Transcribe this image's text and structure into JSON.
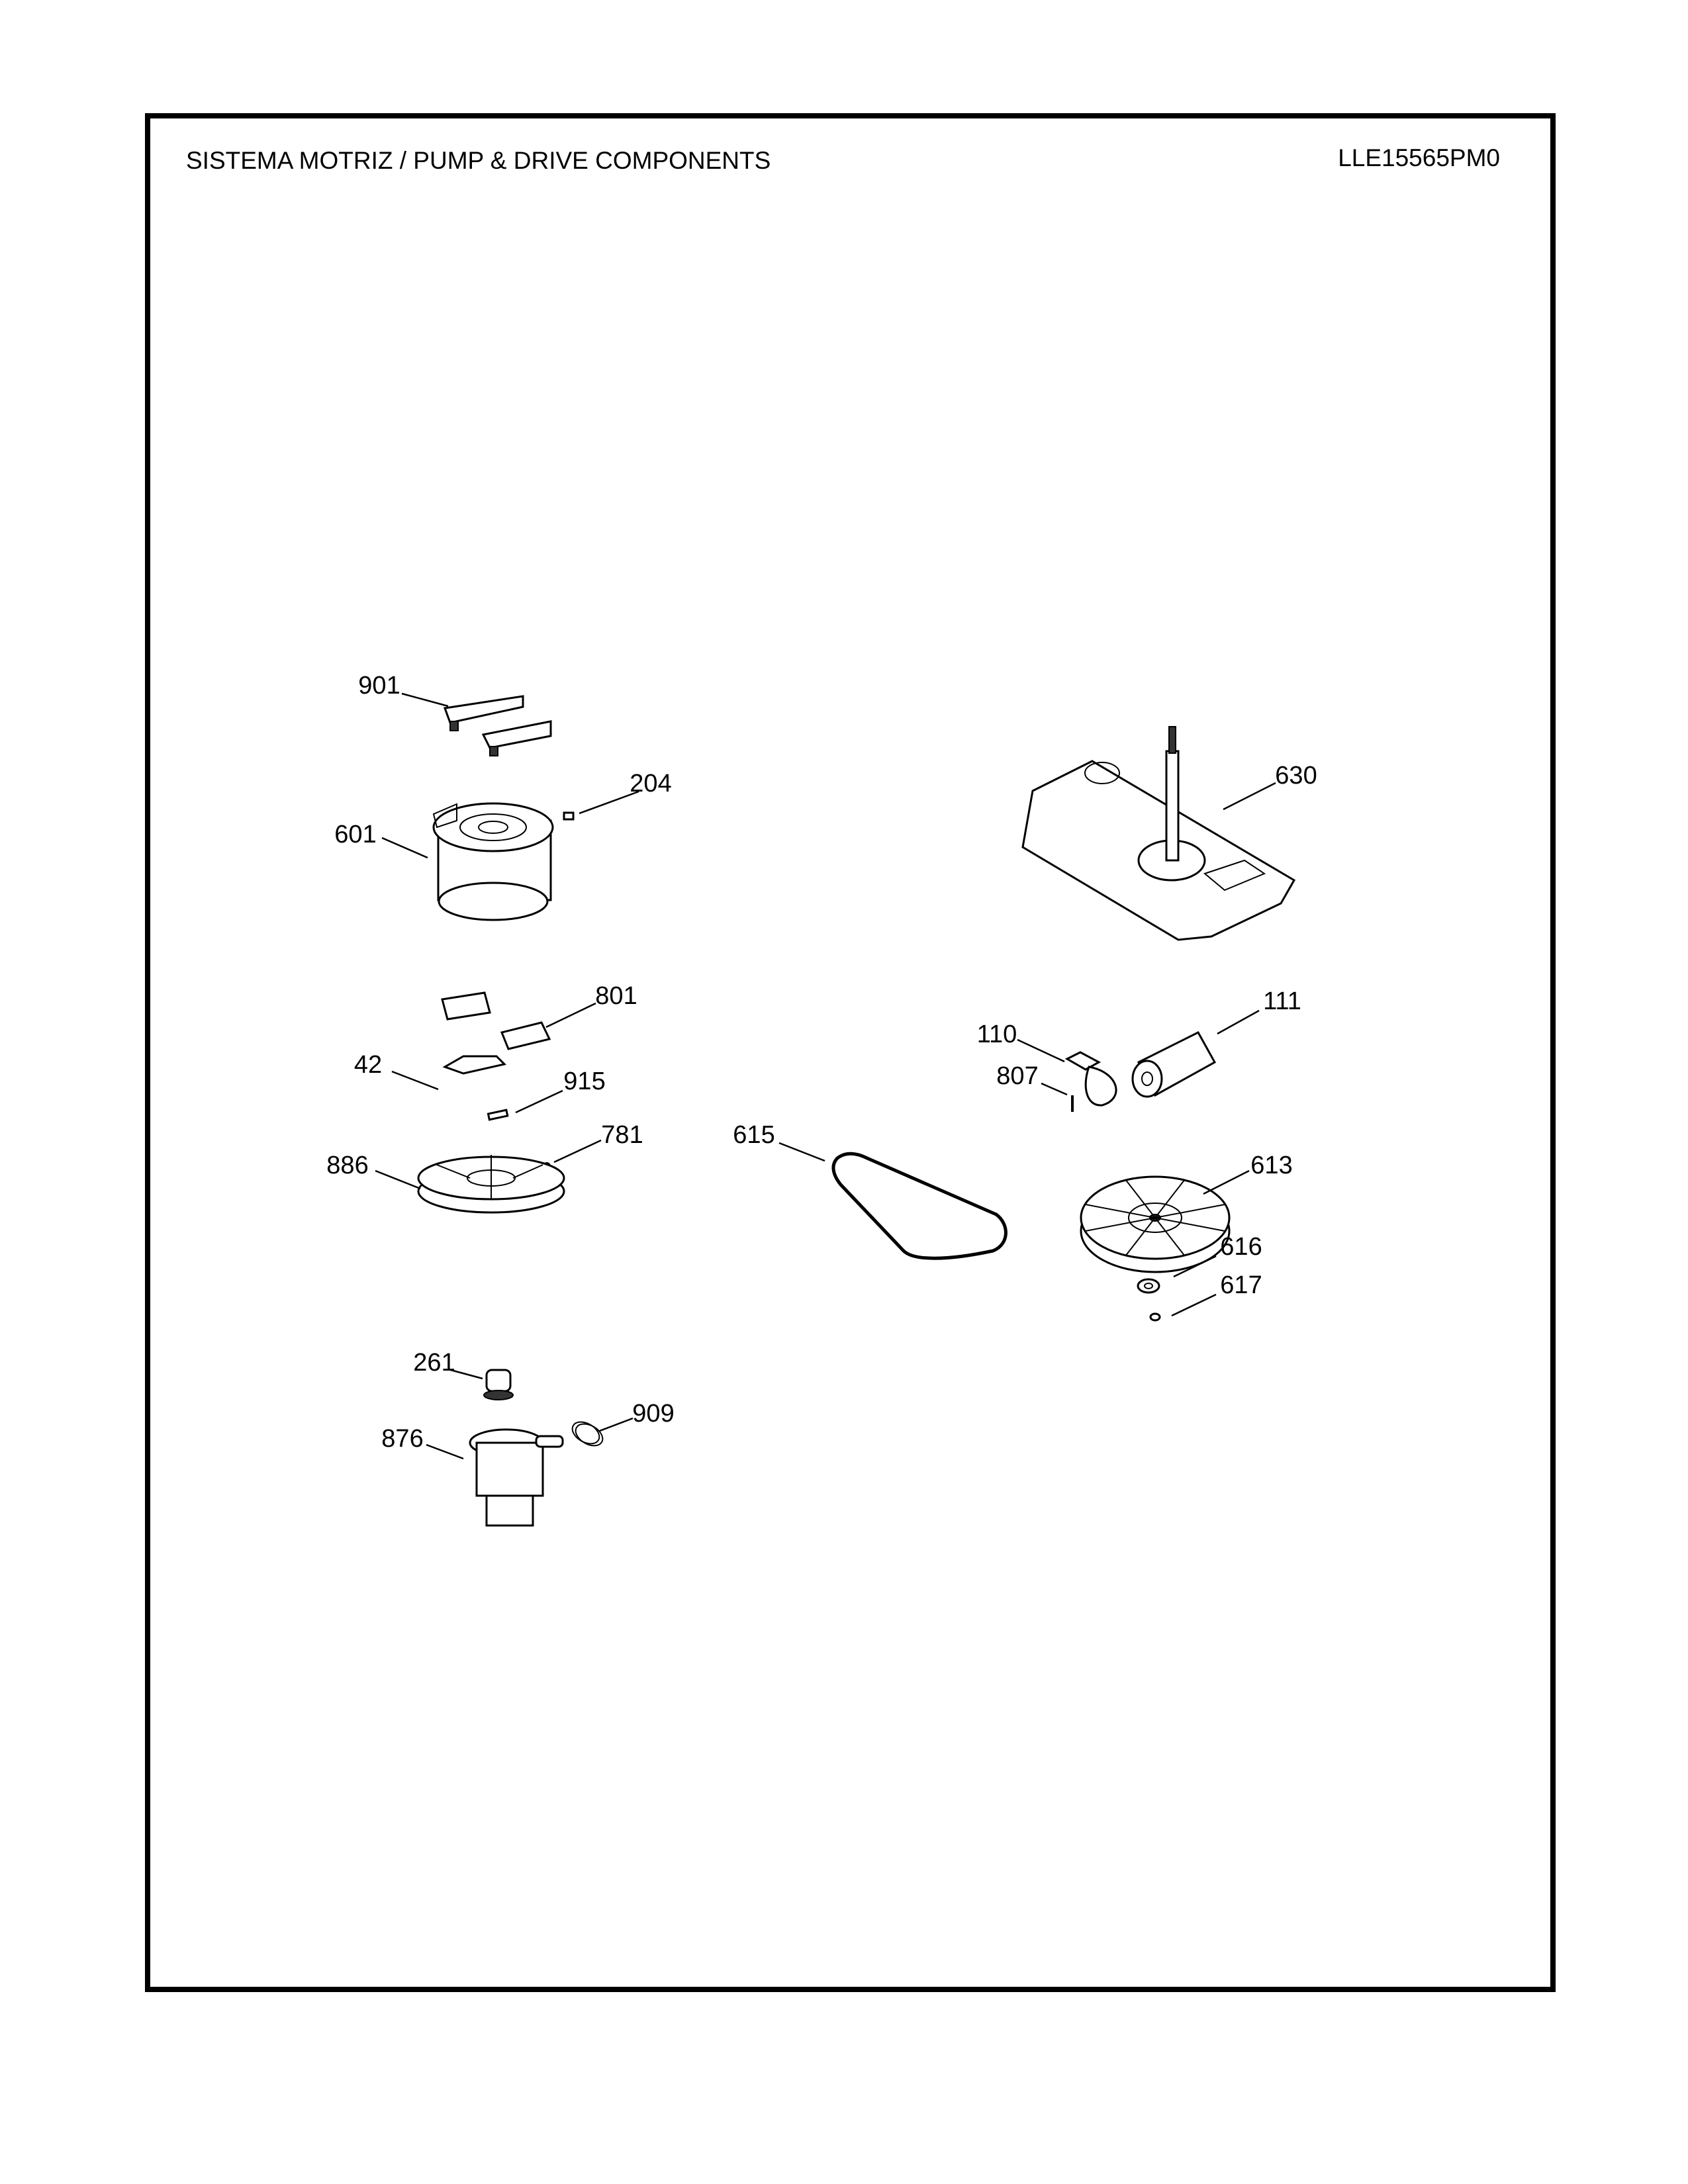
{
  "header": {
    "title": "SISTEMA MOTRIZ / PUMP  &  DRIVE COMPONENTS",
    "model": "LLE15565PM0"
  },
  "callouts": {
    "p901": "901",
    "p204": "204",
    "p601": "601",
    "p801": "801",
    "p42": "42",
    "p915": "915",
    "p781": "781",
    "p886": "886",
    "p261": "261",
    "p909": "909",
    "p876": "876",
    "p630": "630",
    "p111": "111",
    "p110": "110",
    "p807": "807",
    "p615": "615",
    "p613": "613",
    "p616": "616",
    "p617": "617"
  }
}
